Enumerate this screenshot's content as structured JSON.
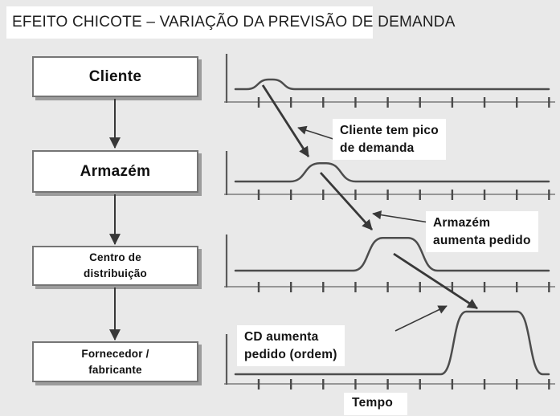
{
  "title": "EFEITO CHICOTE – VARIAÇÃO DA PREVISÃO DE DEMANDA",
  "flow_nodes": [
    {
      "id": "cliente",
      "lines": [
        "Cliente"
      ]
    },
    {
      "id": "armazem",
      "lines": [
        "Armazém"
      ]
    },
    {
      "id": "centro-distribuicao",
      "lines": [
        "Centro de",
        "distribuição"
      ]
    },
    {
      "id": "fornecedor-fabricante",
      "lines": [
        "Fornecedor /",
        "fabricante"
      ]
    }
  ],
  "annotations": [
    {
      "id": "pico-cliente",
      "lines": [
        "Cliente tem pico",
        "de demanda"
      ]
    },
    {
      "id": "armazem-pedido",
      "lines": [
        "Armazém",
        "aumenta pedido"
      ]
    },
    {
      "id": "cd-pedido",
      "lines": [
        "CD aumenta",
        "pedido (ordem)"
      ]
    }
  ],
  "x_axis_label": "Tempo",
  "chart_data": {
    "type": "line",
    "title": "EFEITO CHICOTE – VARIAÇÃO DA PREVISÃO DE DEMANDA",
    "xlabel": "Tempo",
    "ylabel": "",
    "grid": false,
    "x_ticks_per_row": 10,
    "description": "Four stacked demand-over-time curves; a small customer demand peak is amplified at each upstream supply-chain stage (bullwhip effect).",
    "rows": [
      {
        "entity": "Cliente",
        "peak_time_frac": 0.135,
        "relative_amplitude": 1.0,
        "bump_width_frac": 0.147,
        "flat_top_frac": 0.08
      },
      {
        "entity": "Armazém",
        "peak_time_frac": 0.294,
        "relative_amplitude": 1.9,
        "bump_width_frac": 0.2,
        "flat_top_frac": 0.1
      },
      {
        "entity": "Centro de distribuição",
        "peak_time_frac": 0.515,
        "relative_amplitude": 3.4,
        "bump_width_frac": 0.257,
        "flat_top_frac": 0.3
      },
      {
        "entity": "Fornecedor / fabricante",
        "peak_time_frac": 0.809,
        "relative_amplitude": 6.5,
        "bump_width_frac": 0.311,
        "flat_top_frac": 0.5
      }
    ]
  },
  "colors": {
    "background": "#e9e9e9",
    "panel": "#ffffff",
    "box_border": "#757575",
    "box_shadow": "#9c9c9c",
    "axis": "#8a8a8a",
    "curve": "#4d4d4d",
    "arrow": "#383838",
    "text": "#141414"
  }
}
